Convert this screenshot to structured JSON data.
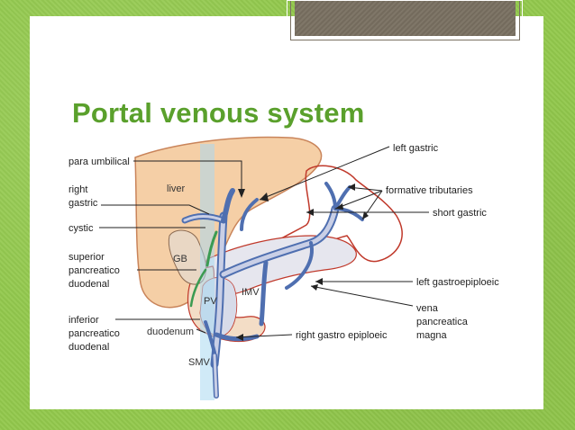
{
  "title": "Portal venous system",
  "labels": {
    "para_umbilical": "para umbilical",
    "right_gastric_1": "right",
    "right_gastric_2": "gastric",
    "cystic": "cystic",
    "superior_pd_1": "superior",
    "superior_pd_2": "pancreatico",
    "superior_pd_3": "duodenal",
    "inferior_pd_1": "inferior",
    "inferior_pd_2": "pancreatico",
    "inferior_pd_3": "duodenal",
    "liver": "liver",
    "gb": "GB",
    "pv": "PV",
    "imv": "IMV",
    "duodenum": "duodenum",
    "smv": "SMV",
    "left_gastric": "left gastric",
    "formative_tributaries": "formative tributaries",
    "short_gastric": "short gastric",
    "left_gastroepiploeic": "left gastroepiploeic",
    "vena_pm_1": "vena",
    "vena_pm_2": "pancreatica",
    "vena_pm_3": "magna",
    "right_gastro_epiploeic": "right gastro epiploeic"
  },
  "colors": {
    "title": "#5aa02c",
    "liver": "#f5cfa6",
    "vein": "#4f6fb0",
    "vein_light": "#c9cfe6",
    "outline": "#c0392b"
  }
}
